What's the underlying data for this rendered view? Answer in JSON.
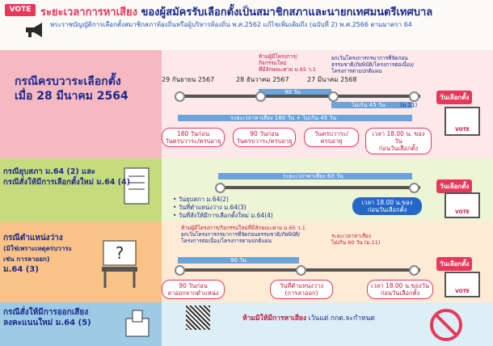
{
  "header": {
    "badge": "VOTE",
    "title_main": "ระยะเวลาการหาเสียง",
    "title_rest": " ของผู้สมัครรับเลือกตั้งเป็นสมาชิกสภาและนายกเทศมนตรีเทศบาล",
    "subtitle": "พระราชบัญญัติการเลือกตั้งสมาชิกสภาท้องถิ่นหรือผู้บริหารท้องถิ่น พ.ศ.2562 แก้ไขเพิ่มเติมถึง (ฉบับที่ 2) พ.ศ.2566 ตามมาตรา 64"
  },
  "case1": {
    "title_line1": "กรณีครบวาระเลือกตั้ง",
    "title_line2": "เมื่อ 28 มีนาคม 2564",
    "dates": [
      "29 กันยายน 2567",
      "28 ธันวาคม 2567",
      "27 มีนาคม 2568"
    ],
    "note_top_1": "ห้ามผู้มีโครงการ/",
    "note_top_2": "กิจกรรมใหม่",
    "note_top_3": "ที่มีลักษณะตาม ม.65 ว.1",
    "note_right_1": "ยกเว้นโครงการกรมาการที่จัดก่อน",
    "note_right_2": "ธรรมชาติ/ภัยพิบัติ/โครงการต่อเนื่อง/",
    "note_right_3": "โครงการตามปกติแผน",
    "bar_90": "90 วัน",
    "bar_45": "ไม่เกิน 45 วัน",
    "bar_45_sub": "(ม.11)",
    "bar_180": "ระยะเวลาหาเสียง 180 วัน + ไม่เกิน 45 วัน",
    "pill_1": "180 วันก่อน",
    "pill_1b": "วันครบวาระ/ครบอายุ",
    "pill_2": "90 วันก่อน",
    "pill_2b": "วันครบวาระ/ครบอายุ",
    "pill_3": "วันครบวาระ/",
    "pill_3b": "ครบอายุ",
    "pill_4": "เวลา 18.00 น. ของวัน",
    "pill_4b": "ก่อนวันเลือกตั้ง",
    "flag": "วันเลือกตั้ง",
    "vote": "VOTE"
  },
  "case2": {
    "title_line1": "กรณียุบสภา ม.64 (2) และ",
    "title_line2": "กรณีสั่งให้มีการเลือกตั้งใหม่ ม.64 (4)",
    "bar_60": "ระยะเวลาหาเสียง 60 วัน",
    "list_1": "• วันยุบสภา ม.64(2)",
    "list_2": "• วันที่ตำแหน่งว่าง ม.64(3)",
    "list_3": "• วันที่สั่งให้มีการเลือกตั้งใหม่ ม.64(4)",
    "pill_end": "เวลา 18.00 น.ของ",
    "pill_end_b": "ก่อนวันเลือกตั้ง",
    "flag": "วันเลือกตั้ง",
    "vote": "VOTE"
  },
  "case3": {
    "title_line1": "กรณีตำแหน่งว่าง",
    "title_line2": "(มิใช่เพราะเหตุครบวาระ",
    "title_line3": "เช่น การลาออก)",
    "title_line4": "ม.64 (3)",
    "note_1": "ห้ามผู้มีโครงการ/กิจกรรมใหม่ที่มีลักษณะตาม ม.65 ว.1",
    "note_2": "ยกเว้นโครงการกรมาการที่จัดก่อนธรรมชาติ/ภัยพิบัติ/",
    "note_3": "โครงการต่อเนื่อง/โครงการตามปกติแผน",
    "bar_90": "90 วัน",
    "bar_60": "ระยะเวลาหาเสียง",
    "bar_60b": "ไม่เกิน 60 วัน (ม.11)",
    "pill_1": "90 วันก่อน",
    "pill_1b": "ลาออกจากตำแหน่ง",
    "pill_2": "วันที่ตำแหน่งว่าง",
    "pill_2b": "(การลาออก)",
    "pill_3": "เวลา 18.00 น.ของวัน",
    "pill_3b": "ก่อนวันเลือกตั้ง",
    "flag": "วันเลือกตั้ง",
    "vote": "VOTE"
  },
  "case4": {
    "title_line1": "กรณีสั่งให้มีการออกเสียง",
    "title_line2": "ลงคะแนนใหม่ ม.64 (5)",
    "text_a": "ห้ามมิให้มีการหาเสียง",
    "text_b": " เว้นแต่ กกต.จะกำหนด"
  },
  "colors": {
    "accent": "#e8385a",
    "navy": "#1b2a8a",
    "bar": "#6ca3d8"
  }
}
